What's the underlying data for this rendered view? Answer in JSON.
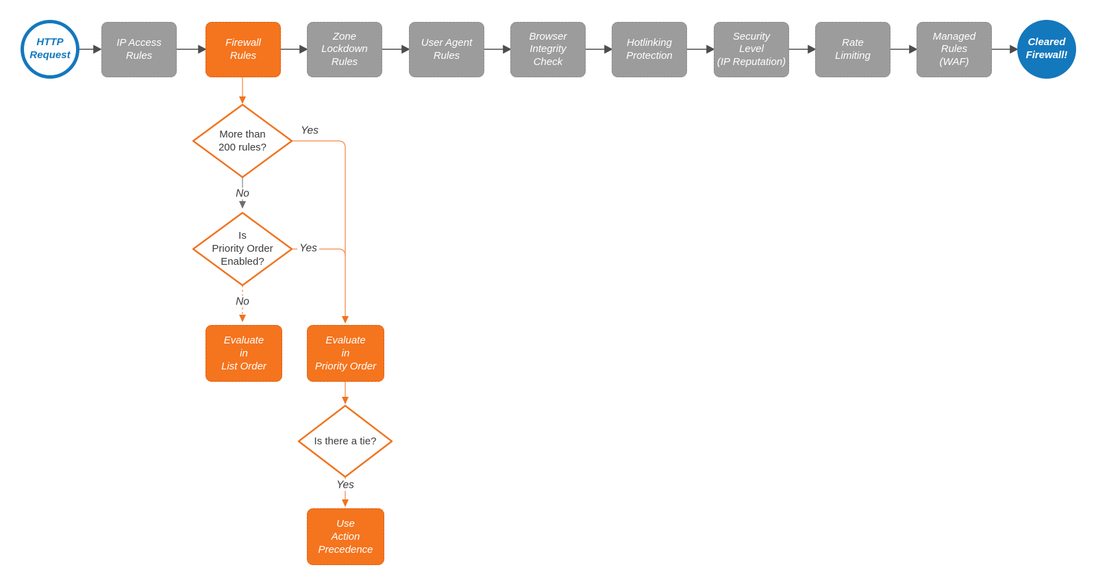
{
  "diagram": {
    "type": "flowchart",
    "topic": "Cloudflare firewall request evaluation order"
  },
  "colors": {
    "accent_orange": "#F5741E",
    "light_orange_connector": "#F79A63",
    "accent_blue": "#1478BD",
    "stage_gray": "#9C9C9C",
    "dark_arrow": "#4D4D4D",
    "gray_connector": "#9A9A9A",
    "label_text": "#3A3A3A",
    "node_text": "#FFFFFF"
  },
  "pipeline": {
    "start": {
      "label": "HTTP\nRequest"
    },
    "stages": [
      {
        "label": "IP Access\nRules"
      },
      {
        "label": "Firewall\nRules",
        "highlighted": true
      },
      {
        "label": "Zone\nLockdown\nRules"
      },
      {
        "label": "User Agent\nRules"
      },
      {
        "label": "Browser\nIntegrity\nCheck"
      },
      {
        "label": "Hotlinking\nProtection"
      },
      {
        "label": "Security\nLevel\n(IP Reputation)"
      },
      {
        "label": "Rate\nLimiting"
      },
      {
        "label": "Managed\nRules\n(WAF)"
      }
    ],
    "end": {
      "label": "Cleared\nFirewall!"
    }
  },
  "branch": {
    "decisions": [
      {
        "label": "More than\n200 rules?",
        "yes_label": "Yes",
        "no_label": "No"
      },
      {
        "label": "Is\nPriority Order\nEnabled?",
        "yes_label": "Yes",
        "no_label": "No"
      },
      {
        "label": "Is there a tie?",
        "yes_label": "Yes"
      }
    ],
    "actions": [
      {
        "label": "Evaluate\nin\nList Order"
      },
      {
        "label": "Evaluate\nin\nPriority Order"
      },
      {
        "label": "Use\nAction\nPrecedence"
      }
    ]
  }
}
